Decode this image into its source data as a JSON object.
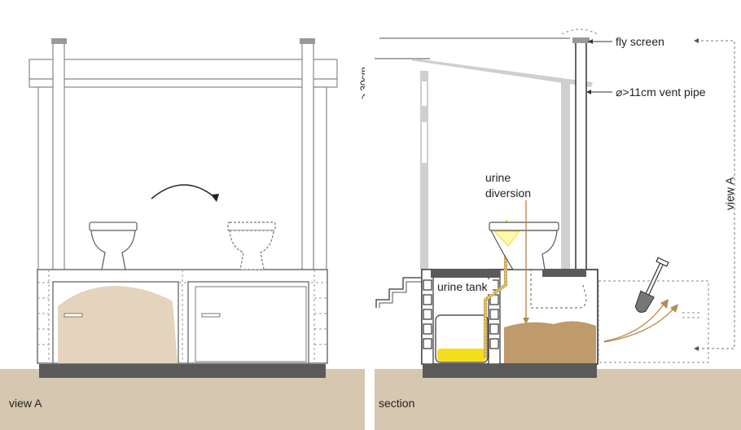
{
  "panels": {
    "left": {
      "caption": "view A"
    },
    "right": {
      "caption": "section"
    }
  },
  "annotations": {
    "fly_screen": "fly screen",
    "vent_pipe": "⌀>11cm vent pipe",
    "roof_clearance": "> 30cm",
    "urine_diversion_line1": "urine",
    "urine_diversion_line2": "diversion",
    "urine_tank": "urine tank",
    "view_marker": "view A"
  },
  "colors": {
    "ground": "#d6c7b1",
    "compost_light": "#e4d3bd",
    "compost_dark": "#bf9a6a",
    "urine": "#f2df1c",
    "structure_grey": "#cfcfcf",
    "slab": "#5a5a5a",
    "arrow_brown": "#b88a54"
  }
}
